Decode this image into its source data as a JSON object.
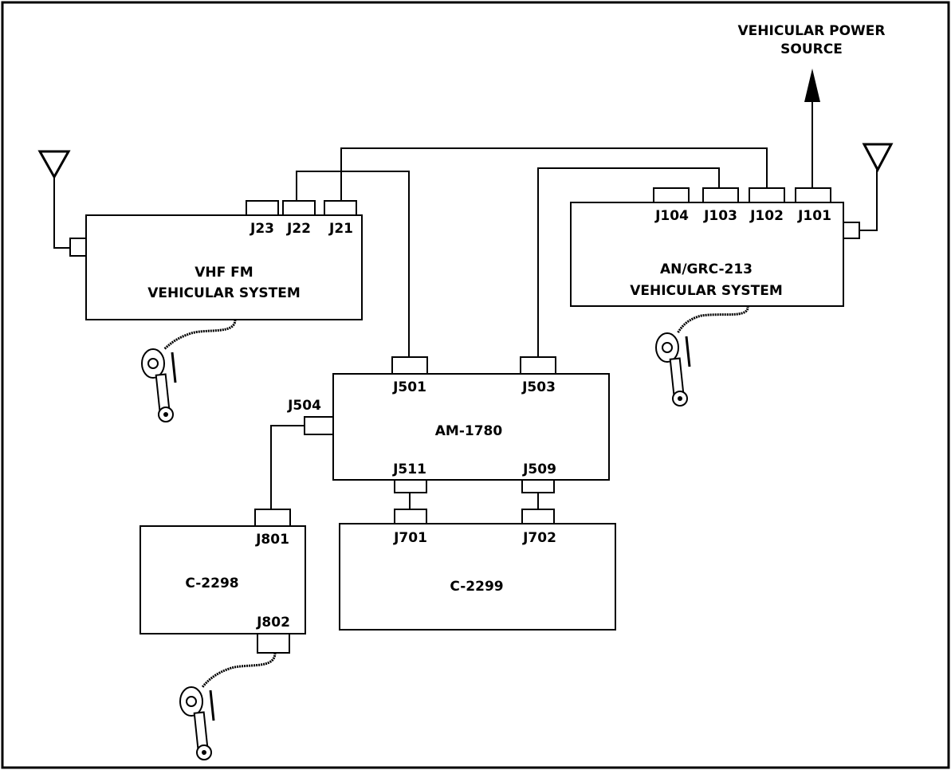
{
  "power_source": {
    "line1": "VEHICULAR POWER",
    "line2": "SOURCE"
  },
  "vhf": {
    "title1": "VHF FM",
    "title2": "VEHICULAR SYSTEM",
    "ports": {
      "j23": "J23",
      "j22": "J22",
      "j21": "J21"
    }
  },
  "grc": {
    "title1": "AN/GRC-213",
    "title2": "VEHICULAR SYSTEM",
    "ports": {
      "j104": "J104",
      "j103": "J103",
      "j102": "J102",
      "j101": "J101"
    }
  },
  "am": {
    "title": "AM-1780",
    "ports": {
      "j501": "J501",
      "j503": "J503",
      "j504": "J504",
      "j511": "J511",
      "j509": "J509"
    }
  },
  "c2298": {
    "title": "C-2298",
    "ports": {
      "j801": "J801",
      "j802": "J802"
    }
  },
  "c2299": {
    "title": "C-2299",
    "ports": {
      "j701": "J701",
      "j702": "J702"
    }
  }
}
